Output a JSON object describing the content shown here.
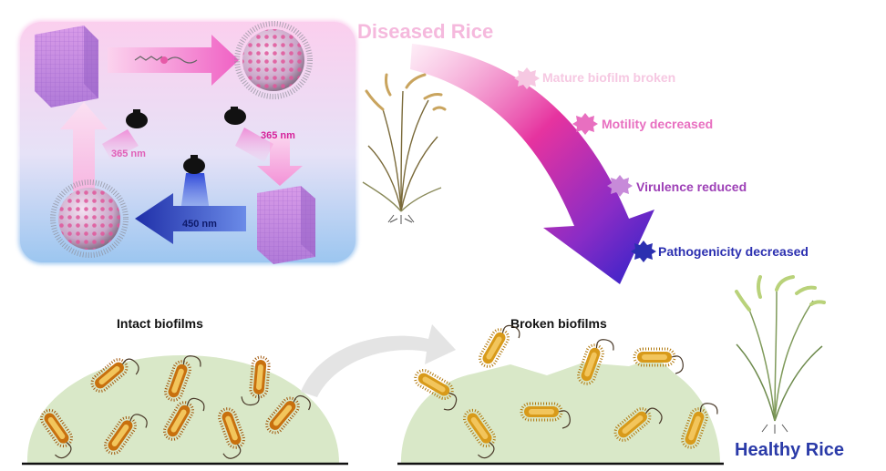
{
  "labels": {
    "diseased_rice": "Diseased Rice",
    "healthy_rice": "Healthy Rice",
    "intact_biofilms": "Intact biofilms",
    "broken_biofilms": "Broken biofilms"
  },
  "wavelengths": {
    "left": "365 nm",
    "right": "365 nm",
    "bottom": "450 nm"
  },
  "effects": [
    {
      "text": "Mature biofilm broken",
      "color": "#f6c8e2"
    },
    {
      "text": "Motility decreased",
      "color": "#e86fc0"
    },
    {
      "text": "Virulence reduced",
      "color": "#9d3fb6"
    },
    {
      "text": "Pathogenicity decreased",
      "color": "#2b2fb0"
    }
  ],
  "colors": {
    "panel_top": "#fbcfee",
    "panel_bottom": "#9cc6f0",
    "biofilm_mound": "#d9e8c8",
    "bacterium_body": "#c8700e",
    "bacterium_inner": "#f2c55c"
  }
}
